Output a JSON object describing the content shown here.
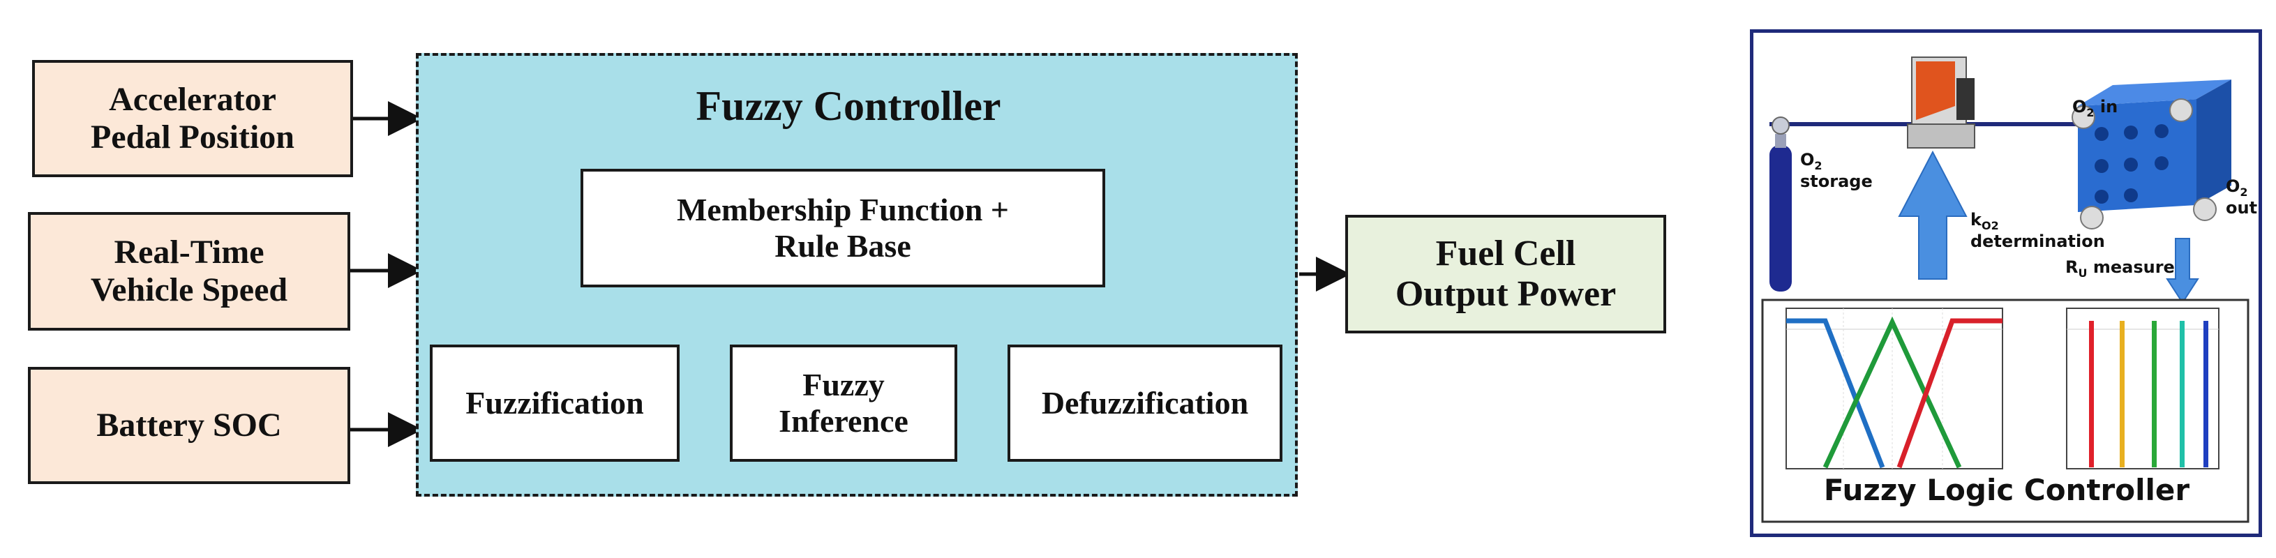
{
  "inputs": {
    "accelerator": "Accelerator\nPedal Position",
    "speed": "Real-Time\nVehicle Speed",
    "soc": "Battery SOC"
  },
  "controller": {
    "title": "Fuzzy Controller",
    "membership": "Membership Function +\nRule Base",
    "fuzzification": "Fuzzification",
    "inference": "Fuzzy\nInference",
    "defuzzification": "Defuzzification"
  },
  "output": "Fuel Cell\nOutput Power",
  "testbench": {
    "o2_storage_main": "O",
    "o2_storage_sub": "2",
    "o2_storage_rest": "storage",
    "o2_in_main": "O",
    "o2_in_sub": "2",
    "o2_in_rest": " in",
    "o2_out_main": "O",
    "o2_out_sub": "2",
    "o2_out_rest": "out",
    "k_main": "k",
    "k_sub": "O2",
    "k_rest": "determination",
    "ru_main": "R",
    "ru_sub": "U",
    "ru_rest": " measure",
    "flc_title": "Fuzzy Logic Controller"
  },
  "colors": {
    "input_fill": "#fce8d8",
    "controller_fill": "#a9dfe9",
    "output_fill": "#e8f1dd",
    "panel_border": "#1f2a7a",
    "mf_blue": "#1f6fc4",
    "mf_green": "#1f9a3a",
    "mf_red": "#d8202a",
    "bar_red": "#e0202a",
    "bar_yellow": "#e8b020",
    "bar_green": "#2aa838",
    "bar_teal": "#20c0a8",
    "bar_blue": "#1f3fc0",
    "arrow_blue": "#4a8fe0"
  }
}
